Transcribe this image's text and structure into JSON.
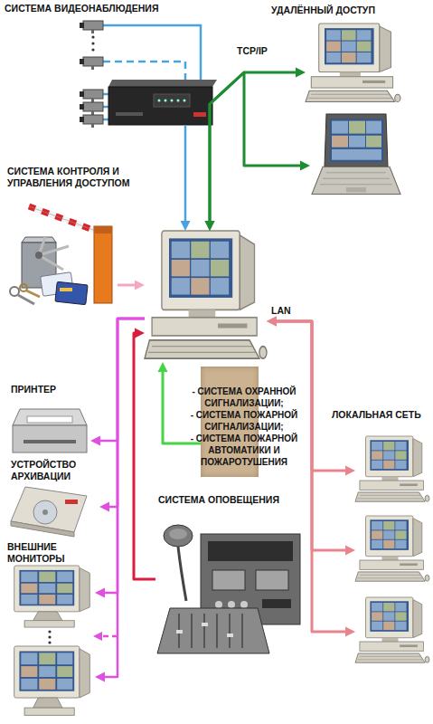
{
  "diagram": {
    "nodes": [
      {
        "text": [
          "СИСТЕМА ВИДЕОНАБЛЮДЕНИЯ"
        ]
      },
      {
        "text": [
          "УДАЛЁННЫЙ ДОСТУП"
        ]
      },
      {
        "text": [],
        "in": 1
      },
      {
        "text": [],
        "in": 1
      },
      {
        "text": [
          "СИСТЕМА КОНТРОЛЯ И УПРАВЛЕНИЯ ДОСТУПОМ"
        ]
      },
      {
        "text": []
      },
      {
        "text": [
          "- СИСТЕМА ОХРАННОЙ СИГНАЛИЗАЦИИ;",
          "- СИСТЕМА ПОЖАРНОЙ СИГНАЛИЗАЦИИ;",
          "- СИСТЕМА ПОЖАРНОЙ АВТОМАТИКИ И ПОЖАРОТУШЕНИЯ"
        ]
      },
      {
        "text": [
          "ПРИНТЕР"
        ]
      },
      {
        "text": [
          "УСТРОЙСТВО АРХИВАЦИИ"
        ]
      },
      {
        "text": [
          "ВНЕШНИЕ МОНИТОРЫ"
        ]
      },
      {
        "text": [],
        "in": 9
      },
      {
        "text": [],
        "in": 9
      },
      {
        "text": [
          "СИСТЕМА ОПОВЕЩЕНИЯ"
        ]
      },
      {
        "text": [
          "ЛОКАЛЬНАЯ СЕТЬ"
        ]
      },
      {
        "text": [],
        "in": 13
      },
      {
        "text": [],
        "in": 13
      },
      {
        "text": [],
        "in": 13
      }
    ],
    "edges": [
      {
        "from": 0,
        "to": 5,
        "arrow": "to"
      },
      {
        "from": 5,
        "to": 2,
        "label": "TCP/IP",
        "arrow": "both"
      },
      {
        "from": 5,
        "to": 3,
        "arrow": "both"
      },
      {
        "from": 4,
        "to": 5,
        "arrow": "to"
      },
      {
        "from": 6,
        "to": 5,
        "arrow": "to"
      },
      {
        "from": 5,
        "to": 7,
        "arrow": "to"
      },
      {
        "from": 5,
        "to": 8,
        "arrow": "to"
      },
      {
        "from": 5,
        "to": 10,
        "arrow": "to"
      },
      {
        "from": 5,
        "to": 11,
        "arrow": "to"
      },
      {
        "from": 12,
        "to": 5,
        "arrow": "to"
      },
      {
        "from": 5,
        "to": 14,
        "label": "LAN",
        "arrow": "both"
      },
      {
        "from": 5,
        "to": 15,
        "arrow": "both"
      },
      {
        "from": 5,
        "to": 16,
        "arrow": "both"
      }
    ]
  }
}
